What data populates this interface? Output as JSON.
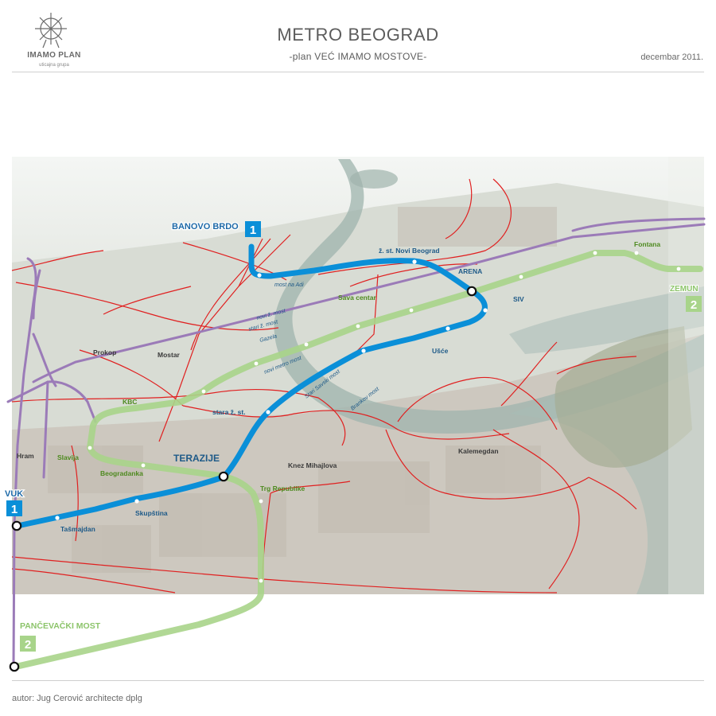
{
  "header": {
    "logo_name": "IMAMO PLAN",
    "logo_sub": "uticajna grupa",
    "title": "METRO BEOGRAD",
    "subtitle": "-plan VEĆ IMAMO MOSTOVE-",
    "date": "decembar 2011."
  },
  "footer": {
    "author": "autor: Jug Cerović architecte dplg"
  },
  "colors": {
    "line1": "#0a8fd8",
    "line2": "#a8d48a",
    "rail": "#9b7bb8",
    "network": "#e02020",
    "water": "#9fb4ad"
  },
  "lines": {
    "line1": {
      "number": "1",
      "terminal_north": "BANOVO BRDO",
      "terminal_south": "VUK"
    },
    "line2": {
      "number": "2",
      "terminal_east": "ZEMUN",
      "terminal_south": "PANČEVAČKI MOST"
    }
  },
  "stations": {
    "line1": [
      "ž. st. Novi Beograd",
      "ARENA",
      "SIV",
      "Ušće",
      "stara ž. st.",
      "TERAZIJE",
      "Skupština",
      "Tašmajdan"
    ],
    "line2": [
      "Fontana",
      "Sava centar",
      "KBC",
      "Slavija",
      "Beogradanka",
      "Trg Republike"
    ]
  },
  "places": [
    "Prokop",
    "Mostar",
    "Hram",
    "Knez Mihajlova",
    "Kalemegdan"
  ],
  "bridges": [
    "most na Adi",
    "novi ž. most",
    "stari ž. most",
    "Gazela",
    "novi metro most",
    "Stari Savski most",
    "Brankov most"
  ]
}
